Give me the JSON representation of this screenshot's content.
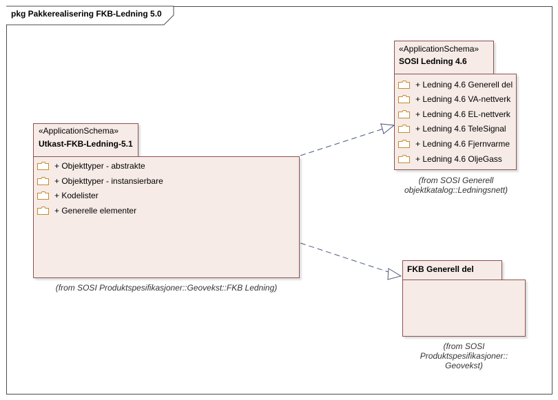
{
  "frame": {
    "title": "pkg Pakkerealisering FKB-Ledning 5.0"
  },
  "packages": {
    "utkast": {
      "stereotype": "«ApplicationSchema»",
      "name": "Utkast-FKB-Ledning-5.1",
      "items": [
        "+ Objekttyper - abstrakte",
        "+ Objekttyper - instansierbare",
        "+ Kodelister",
        "+ Generelle elementer"
      ],
      "from": "(from SOSI Produktspesifikasjoner::Geovekst::FKB Ledning)"
    },
    "sosi": {
      "stereotype": "«ApplicationSchema»",
      "name": "SOSI Ledning 4.6",
      "items": [
        "+ Ledning 4.6 Generell del",
        "+ Ledning 4.6 VA-nettverk",
        "+ Ledning 4.6 EL-nettverk",
        "+ Ledning 4.6 TeleSignal",
        "+ Ledning 4.6 Fjernvarme",
        "+ Ledning 4.6 OljeGass"
      ],
      "from_line1": "(from SOSI Generell",
      "from_line2": "objektkatalog::Ledningsnett)"
    },
    "fkb": {
      "name": "FKB Generell del",
      "from_line1": "(from SOSI",
      "from_line2": "Produktspesifikasjoner::",
      "from_line3": "Geovekst)"
    }
  },
  "colors": {
    "fill": "#f6ebe7",
    "border": "#8a5050",
    "folder": "#c48a2c",
    "dash": "#4a5a7a"
  }
}
